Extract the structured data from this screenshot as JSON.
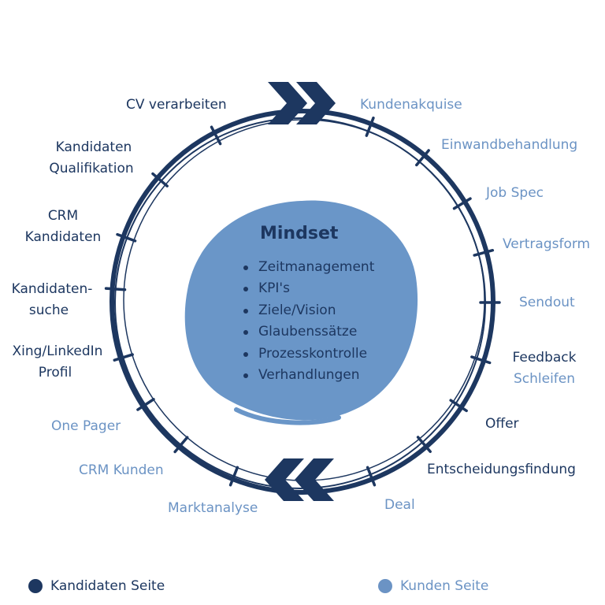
{
  "colors": {
    "dark": "#1d3760",
    "light": "#6b93c4",
    "blob": "#6a96c8"
  },
  "center": {
    "title": "Mindset",
    "items": [
      "Zeitmanagement",
      "KPI's",
      "Ziele/Vision",
      "Glaubenssätze",
      "Prozesskontrolle",
      "Verhandlungen"
    ]
  },
  "labels": {
    "cv": "CV verarbeiten",
    "qual_1": "Kandidaten",
    "qual_2": "Qualifikation",
    "crmk_1": "CRM",
    "crmk_2": "Kandidaten",
    "ks_1": "Kandidaten-",
    "ks_2": "suche",
    "xing_1": "Xing/LinkedIn",
    "xing_2": "Profil",
    "onepager": "One Pager",
    "crmkunden": "CRM Kunden",
    "markt": "Marktanalyse",
    "kundenakquise": "Kundenakquise",
    "einwand": "Einwandbehandlung",
    "jobspec": "Job Spec",
    "vertrag": "Vertragsform",
    "sendout": "Sendout",
    "feedback_1": "Feedback",
    "feedback_2": "Schleifen",
    "offer": "Offer",
    "entscheidung": "Entscheidungsfindung",
    "deal": "Deal"
  },
  "legend": {
    "kandidaten": "Kandidaten Seite",
    "kunden": "Kunden Seite"
  }
}
